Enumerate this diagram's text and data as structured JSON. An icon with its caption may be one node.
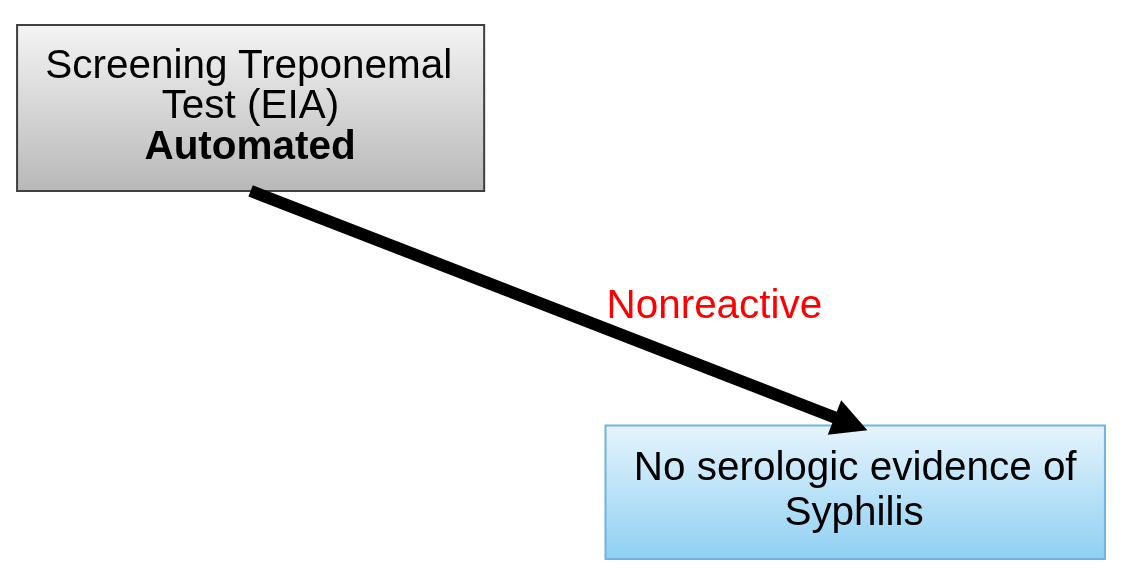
{
  "diagram": {
    "nodes": [
      {
        "text": [
          "Screening Treponemal Test (EIA)",
          "Automated"
        ]
      },
      {
        "text": [
          "No serologic evidence of Syphilis"
        ]
      }
    ],
    "edges": [
      {
        "from": 0,
        "to": 1,
        "arrow": "to",
        "label": "Nonreactive"
      }
    ]
  }
}
